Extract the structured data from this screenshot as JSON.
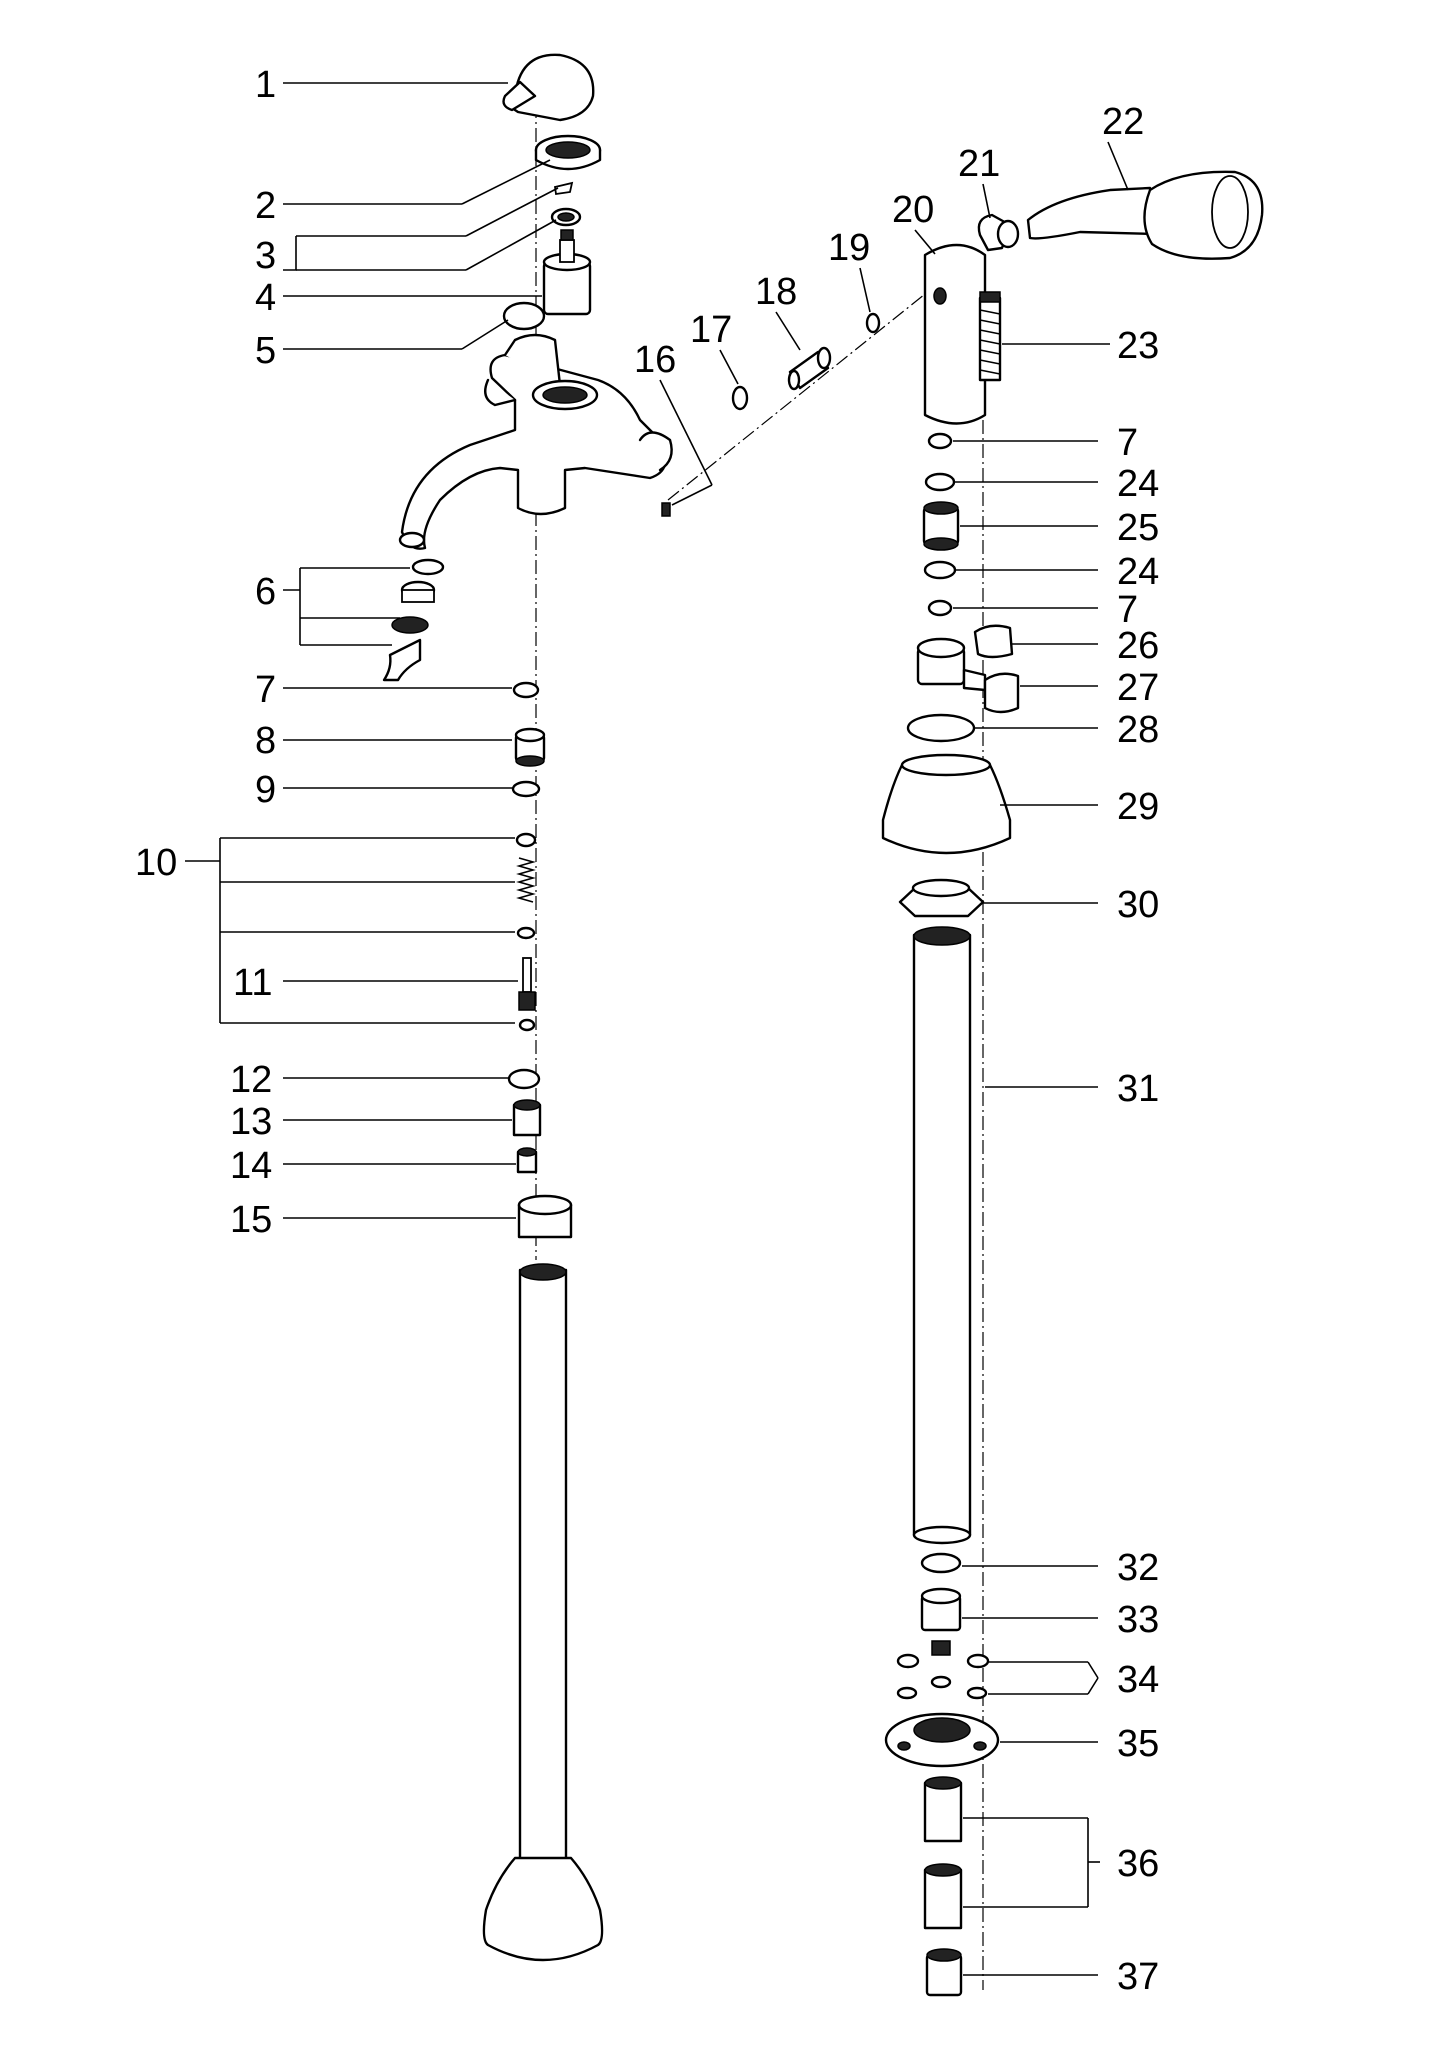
{
  "callouts": {
    "c1": "1",
    "c2": "2",
    "c3": "3",
    "c4": "4",
    "c5": "5",
    "c6": "6",
    "c7a": "7",
    "c7b": "7",
    "c7c": "7",
    "c8": "8",
    "c9": "9",
    "c10": "10",
    "c11": "11",
    "c12": "12",
    "c13": "13",
    "c14": "14",
    "c15": "15",
    "c16": "16",
    "c17": "17",
    "c18": "18",
    "c19": "19",
    "c20": "20",
    "c21": "21",
    "c22": "22",
    "c23": "23",
    "c24a": "24",
    "c24b": "24",
    "c25": "25",
    "c26": "26",
    "c27": "27",
    "c28": "28",
    "c29": "29",
    "c30": "30",
    "c31": "31",
    "c32": "32",
    "c33": "33",
    "c34": "34",
    "c35": "35",
    "c36": "36",
    "c37": "37"
  },
  "colors": {
    "line": "#000000",
    "background": "#ffffff"
  }
}
